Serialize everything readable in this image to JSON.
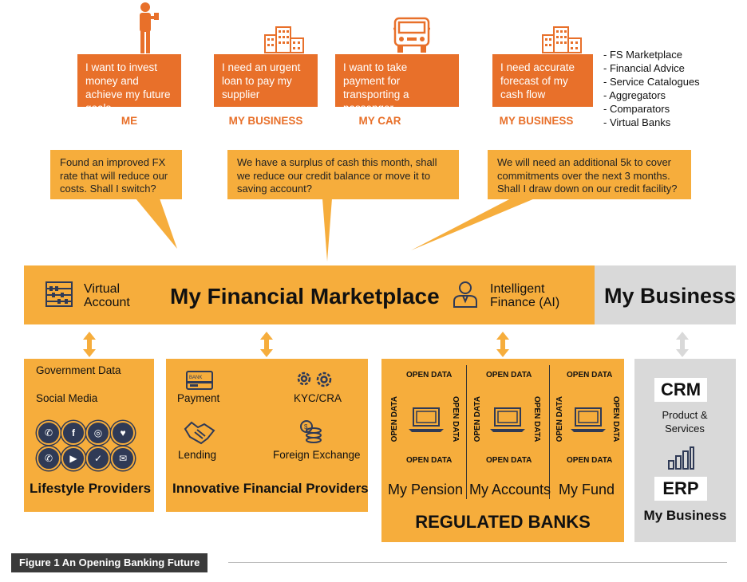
{
  "needs": [
    {
      "text": "I want to invest money and achieve my future goals",
      "role": "ME"
    },
    {
      "text": "I need an urgent loan to pay my supplier",
      "role": "MY BUSINESS"
    },
    {
      "text": "I want to take payment for transporting a passenger",
      "role": "MY CAR"
    },
    {
      "text": "I need accurate forecast of my cash flow",
      "role": "MY BUSINESS"
    }
  ],
  "fs_list": [
    "- FS Marketplace",
    "- Financial Advice",
    "- Service Catalogues",
    "- Aggregators",
    "- Comparators",
    "- Virtual Banks"
  ],
  "bubbles": [
    "Found an improved FX rate that will reduce our costs. Shall I switch?",
    "We have a surplus of cash this month, shall we reduce our credit balance or move it to saving account?",
    "We will need an additional 5k to cover commitments over the next 3 months. Shall I draw down on our credit facility?"
  ],
  "marketplace": {
    "virtual_account": "Virtual Account",
    "title": "My Financial Marketplace",
    "intelligent_finance": "Intelligent Finance (AI)",
    "my_business": "My Business"
  },
  "lifestyle": {
    "government_data": "Government Data",
    "social_media": "Social Media",
    "title": "Lifestyle Providers",
    "icons": [
      "phone-icon",
      "facebook-icon",
      "instagram-icon",
      "twitter-icon",
      "whatsapp-icon",
      "youtube-icon",
      "check-icon",
      "mail-icon"
    ]
  },
  "innovative": {
    "payment": "Payment",
    "kyc": "KYC/CRA",
    "lending": "Lending",
    "fx": "Foreign Exchange",
    "title": "Innovative Financial Providers",
    "bank_card_text": "BANK"
  },
  "banks": {
    "open_data": "OPEN DATA",
    "pension": "My Pension",
    "accounts": "My Accounts",
    "fund": "My Fund",
    "title": "REGULATED BANKS"
  },
  "business_panel": {
    "crm": "CRM",
    "product_services": "Product & Services",
    "erp": "ERP",
    "title": "My Business"
  },
  "caption": "Figure 1 An Opening Banking Future",
  "colors": {
    "orange": "#e8702a",
    "yellow": "#f6ad3c",
    "grey": "#d9d9d9",
    "navy": "#2f3a56"
  }
}
